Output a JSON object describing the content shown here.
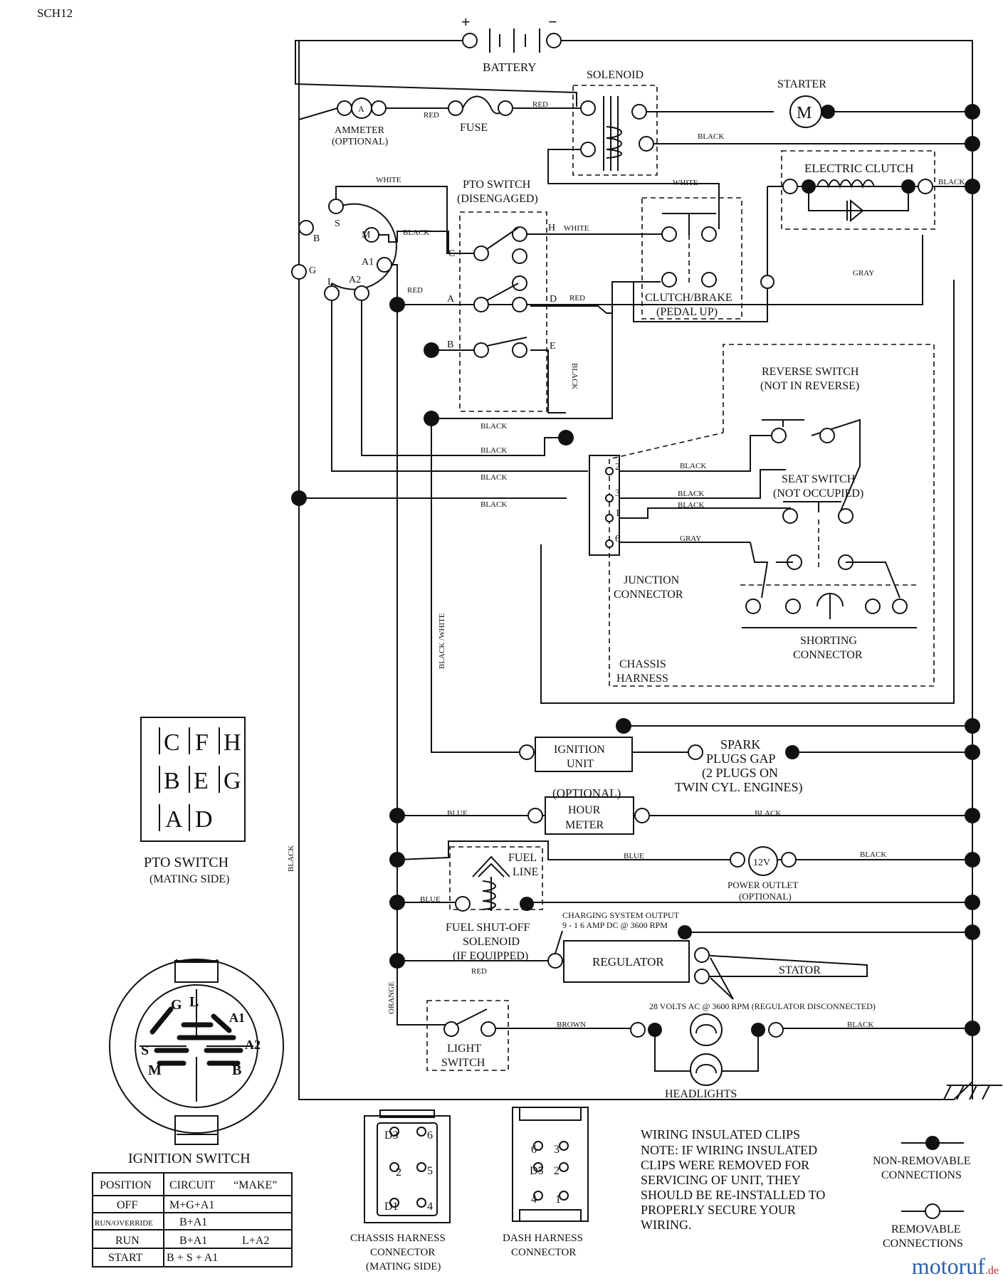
{
  "code": "SCH12",
  "battery": {
    "label": "BATTERY",
    "plus": "+",
    "minus": "−"
  },
  "solenoid": "SOLENOID",
  "starter": {
    "label": "STARTER",
    "symbol": "M"
  },
  "ammeter": {
    "label": "AMMETER",
    "note": "(OPTIONAL)",
    "symbol": "A"
  },
  "fuse": "FUSE",
  "electric_clutch": "ELECTRIC CLUTCH",
  "pto_switch": {
    "label": "PTO SWITCH",
    "state": "(DISENGAGED)",
    "pins": {
      "c": "C",
      "h": "H",
      "a": "A",
      "d": "D",
      "b": "B",
      "e": "E"
    }
  },
  "clutch_brake": {
    "label": "CLUTCH/BRAKE",
    "state": "(PEDAL UP)"
  },
  "reverse_switch": {
    "label": "REVERSE SWITCH",
    "state": "(NOT IN REVERSE)"
  },
  "seat_switch": {
    "label": "SEAT SWITCH",
    "state": "(NOT OCCUPIED)"
  },
  "junction_connector": {
    "line1": "JUNCTION",
    "line2": "CONNECTOR",
    "pins": [
      "2",
      "3",
      "1",
      "6"
    ]
  },
  "chassis_harness": {
    "line1": "CHASSIS",
    "line2": "HARNESS"
  },
  "shorting_connector": {
    "line1": "SHORTING",
    "line2": "CONNECTOR"
  },
  "ignition_terminals": {
    "s": "S",
    "b": "B",
    "m": "M",
    "g": "G",
    "a1": "A1",
    "l": "L",
    "a2": "A2"
  },
  "ignition_unit": {
    "line1": "IGNITION",
    "line2": "UNIT"
  },
  "spark_plugs": {
    "line1": "SPARK",
    "line2": "PLUGS GAP",
    "line3": "(2 PLUGS ON",
    "line4": "TWIN CYL. ENGINES)"
  },
  "hour_meter": {
    "optional": "(OPTIONAL)",
    "line1": "HOUR",
    "line2": "METER"
  },
  "fuel_line": {
    "line1": "FUEL",
    "line2": "LINE"
  },
  "power_outlet": {
    "symbol": "12V",
    "label": "POWER OUTLET",
    "note": "(OPTIONAL)"
  },
  "fuel_solenoid": {
    "line1": "FUEL SHUT-OFF",
    "line2": "SOLENOID",
    "line3": "(IF EQUIPPED)"
  },
  "charging": {
    "line1": "CHARGING SYSTEM OUTPUT",
    "line2": "9 - 1 6 AMP DC @ 3600 RPM"
  },
  "regulator": "REGULATOR",
  "stator": "STATOR",
  "ac_note": "28 VOLTS AC @ 3600 RPM (REGULATOR DISCONNECTED)",
  "light_switch": {
    "line1": "LIGHT",
    "line2": "SWITCH"
  },
  "headlights": "HEADLIGHTS",
  "wire_colors": {
    "red": "RED",
    "black": "BLACK",
    "white": "WHITE",
    "gray": "GRAY",
    "blue": "BLUE",
    "orange": "ORANGE",
    "brown": "BROWN",
    "black_white": "BLACK /WHITE"
  },
  "pto_mating": {
    "title": "PTO SWITCH",
    "sub": "(MATING SIDE)",
    "grid": [
      [
        "C",
        "F",
        "H"
      ],
      [
        "B",
        "E",
        "G"
      ],
      [
        "A",
        "D",
        ""
      ]
    ]
  },
  "ignition_switch": {
    "title": "IGNITION SWITCH",
    "face": {
      "g": "G",
      "l": "L",
      "a1": "A1",
      "s": "S",
      "a2": "A2",
      "m": "M",
      "b": "B"
    }
  },
  "ignition_table": {
    "headers": [
      "POSITION",
      "CIRCUIT",
      "“MAKE”"
    ],
    "rows": [
      [
        "OFF",
        "M+G+A1",
        ""
      ],
      [
        "RUN/OVERRIDE",
        "B+A1",
        ""
      ],
      [
        "RUN",
        "B+A1",
        "L+A2"
      ],
      [
        "START",
        "B + S + A1",
        ""
      ]
    ]
  },
  "chassis_connector": {
    "line1": "CHASSIS HARNESS",
    "line2": "CONNECTOR",
    "line3": "(MATING SIDE)",
    "pins": {
      "p3": "D3",
      "p6": "6",
      "p2": "2",
      "p5": "5",
      "p1": "D1",
      "p4": "4"
    }
  },
  "dash_connector": {
    "line1": "DASH HARNESS",
    "line2": "CONNECTOR",
    "pins": {
      "p6": "6",
      "p3": "3",
      "p5": "D5",
      "p2": "2",
      "p4": "4",
      "p1": "1"
    }
  },
  "notes": {
    "title": "WIRING INSULATED CLIPS",
    "lines": [
      "NOTE:  IF WIRING INSULATED",
      "CLIPS WERE REMOVED FOR",
      "SERVICING OF UNIT, THEY",
      "SHOULD BE RE-INSTALLED TO",
      "PROPERLY SECURE YOUR",
      "WIRING."
    ]
  },
  "legend": {
    "non_removable_1": "NON-REMOVABLE",
    "non_removable_2": "CONNECTIONS",
    "removable_1": "REMOVABLE",
    "removable_2": "CONNECTIONS"
  },
  "brand": {
    "name": "motoruf",
    "tld": ".de"
  }
}
